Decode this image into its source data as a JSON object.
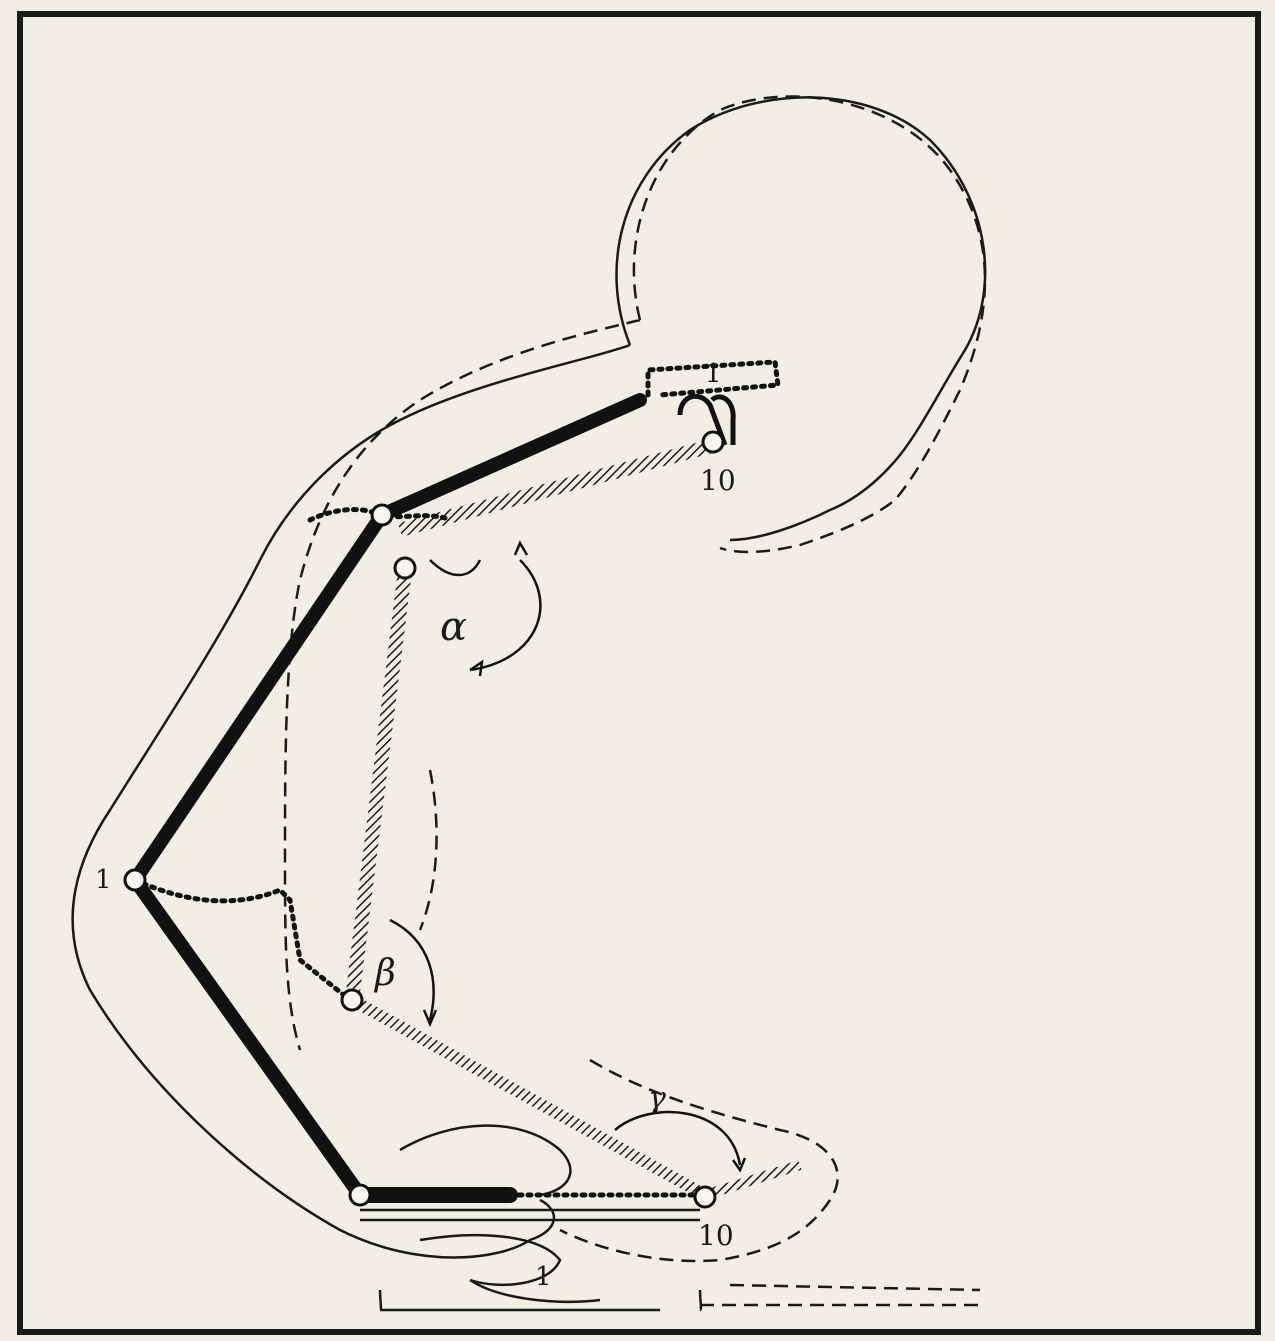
{
  "figure": {
    "labels": {
      "head_1": "1",
      "jaw_10": "10",
      "elbow_1": "1",
      "wrist_10": "10",
      "base_1": "1",
      "alpha": "α",
      "beta": "β",
      "gamma": "γ"
    },
    "colors": {
      "paper": "#f1efe4",
      "ink": "#1a1a1a"
    }
  }
}
